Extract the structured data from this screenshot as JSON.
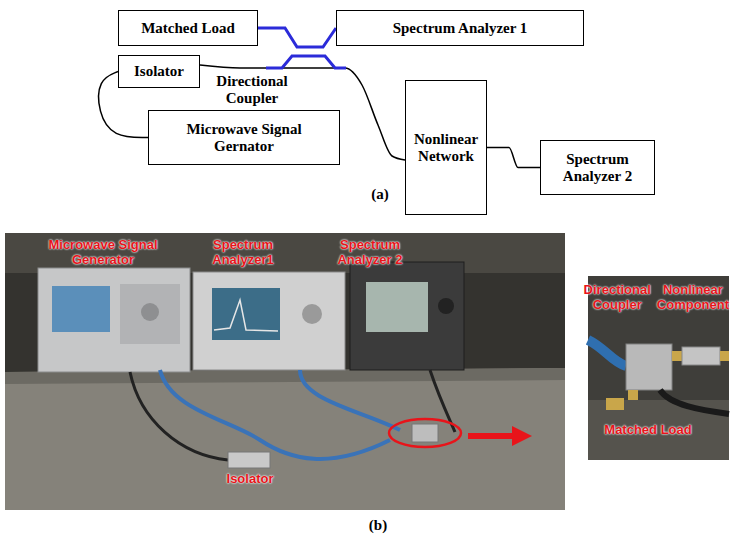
{
  "diagram": {
    "nodes": [
      {
        "text": [
          "Matched Load"
        ]
      },
      {
        "text": [
          "Spectrum Analyzer 1"
        ]
      },
      {
        "text": [
          "Isolator"
        ]
      },
      {
        "text": [
          "Nonlinear Network"
        ]
      },
      {
        "text": [
          "Microwave Signal Gernator"
        ]
      },
      {
        "text": [
          "Spectrum Analyzer 2"
        ]
      }
    ],
    "edges": [
      {
        "from": 0,
        "to": 1,
        "arrow": "none"
      },
      {
        "from": 2,
        "to": 3,
        "arrow": "none"
      },
      {
        "from": 4,
        "to": 2,
        "arrow": "none"
      },
      {
        "from": 3,
        "to": 5,
        "arrow": "none"
      }
    ],
    "labels": [
      "Directional Coupler",
      "(a)",
      "Microwave Signal Generator",
      "Spectrum Analyzer1",
      "Spectrum Analyzer 2",
      "Isolator",
      "Directional Coupler",
      "Nonlinear Component",
      "Matched Load",
      "(b)"
    ]
  }
}
